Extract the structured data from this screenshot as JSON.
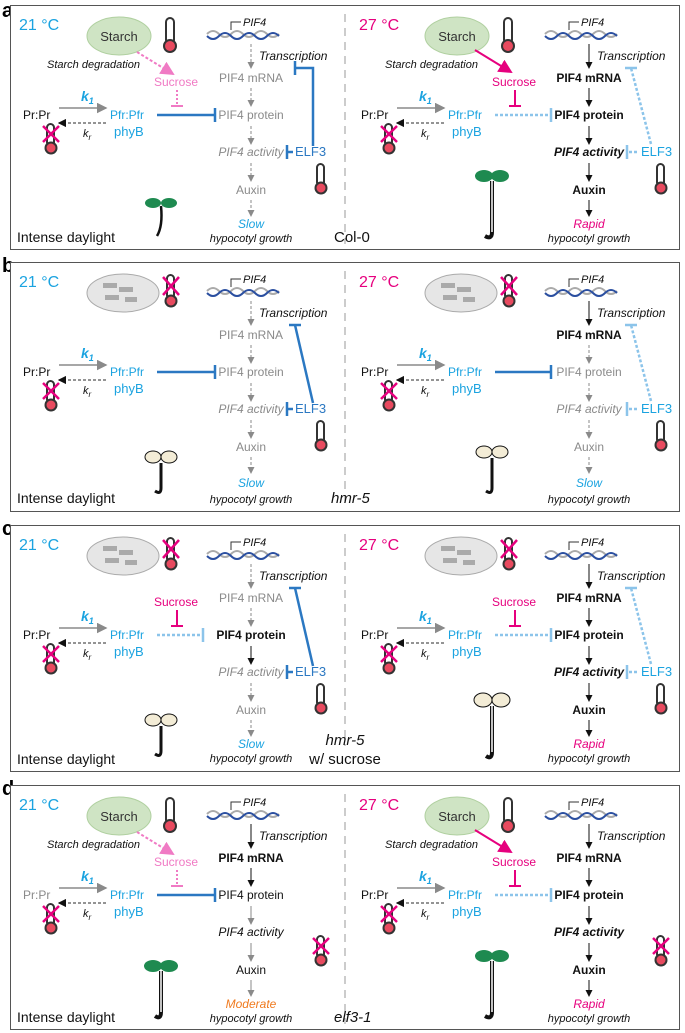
{
  "panels": [
    {
      "letter": "a",
      "left": {
        "temp": "21 °C",
        "starch": "Starch",
        "starch_deg": "Starch degradation",
        "sucrose": "Sucrose",
        "k1": "k",
        "k1_sub": "1",
        "kr": "k",
        "kr_sub": "r",
        "prpr": "Pr:Pr",
        "pfr": "Pfr:Pfr",
        "phyb": "phyB",
        "gene": "PIF4",
        "transcription": "Transcription",
        "mrna": "PIF4 mRNA",
        "protein": "PIF4 protein",
        "activity": "PIF4 activity",
        "auxin": "Auxin",
        "elf3": "ELF3",
        "growth_rate": "Slow",
        "growth": "hypocotyl growth",
        "daylight": "Intense daylight"
      },
      "right": {
        "temp": "27 °C",
        "starch": "Starch",
        "starch_deg": "Starch degradation",
        "sucrose": "Sucrose",
        "k1": "k",
        "k1_sub": "1",
        "kr": "k",
        "kr_sub": "r",
        "prpr": "Pr:Pr",
        "pfr": "Pfr:Pfr",
        "phyb": "phyB",
        "gene": "PIF4",
        "transcription": "Transcription",
        "mrna": "PIF4 mRNA",
        "protein": "PIF4 protein",
        "activity": "PIF4 activity",
        "auxin": "Auxin",
        "elf3": "ELF3",
        "growth_rate": "Rapid",
        "growth": "hypocotyl growth"
      },
      "genotype": "Col-0",
      "genotype2": ""
    },
    {
      "letter": "b",
      "left": {
        "temp": "21 °C",
        "k1": "k",
        "k1_sub": "1",
        "kr": "k",
        "kr_sub": "r",
        "prpr": "Pr:Pr",
        "pfr": "Pfr:Pfr",
        "phyb": "phyB",
        "gene": "PIF4",
        "transcription": "Transcription",
        "mrna": "PIF4 mRNA",
        "protein": "PIF4 protein",
        "activity": "PIF4 activity",
        "auxin": "Auxin",
        "elf3": "ELF3",
        "growth_rate": "Slow",
        "growth": "hypocotyl growth",
        "daylight": "Intense daylight"
      },
      "right": {
        "temp": "27 °C",
        "k1": "k",
        "k1_sub": "1",
        "kr": "k",
        "kr_sub": "r",
        "prpr": "Pr:Pr",
        "pfr": "Pfr:Pfr",
        "phyb": "phyB",
        "gene": "PIF4",
        "transcription": "Transcription",
        "mrna": "PIF4 mRNA",
        "protein": "PIF4 protein",
        "activity": "PIF4 activity",
        "auxin": "Auxin",
        "elf3": "ELF3",
        "growth_rate": "Slow",
        "growth": "hypocotyl growth"
      },
      "genotype": "hmr-5",
      "genotype2": ""
    },
    {
      "letter": "c",
      "left": {
        "temp": "21 °C",
        "sucrose": "Sucrose",
        "k1": "k",
        "k1_sub": "1",
        "kr": "k",
        "kr_sub": "r",
        "prpr": "Pr:Pr",
        "pfr": "Pfr:Pfr",
        "phyb": "phyB",
        "gene": "PIF4",
        "transcription": "Transcription",
        "mrna": "PIF4 mRNA",
        "protein": "PIF4 protein",
        "activity": "PIF4 activity",
        "auxin": "Auxin",
        "elf3": "ELF3",
        "growth_rate": "Slow",
        "growth": "hypocotyl growth",
        "daylight": "Intense daylight"
      },
      "right": {
        "temp": "27 °C",
        "sucrose": "Sucrose",
        "k1": "k",
        "k1_sub": "1",
        "kr": "k",
        "kr_sub": "r",
        "prpr": "Pr:Pr",
        "pfr": "Pfr:Pfr",
        "phyb": "phyB",
        "gene": "PIF4",
        "transcription": "Transcription",
        "mrna": "PIF4 mRNA",
        "protein": "PIF4 protein",
        "activity": "PIF4 activity",
        "auxin": "Auxin",
        "elf3": "ELF3",
        "growth_rate": "Rapid",
        "growth": "hypocotyl growth"
      },
      "genotype": "hmr-5",
      "genotype2": "w/ sucrose"
    },
    {
      "letter": "d",
      "left": {
        "temp": "21 °C",
        "starch": "Starch",
        "starch_deg": "Starch degradation",
        "sucrose": "Sucrose",
        "k1": "k",
        "k1_sub": "1",
        "kr": "k",
        "kr_sub": "r",
        "prpr": "Pr:Pr",
        "pfr": "Pfr:Pfr",
        "phyb": "phyB",
        "gene": "PIF4",
        "transcription": "Transcription",
        "mrna": "PIF4 mRNA",
        "protein": "PIF4 protein",
        "activity": "PIF4 activity",
        "auxin": "Auxin",
        "growth_rate": "Moderate",
        "growth": "hypocotyl growth",
        "daylight": "Intense daylight"
      },
      "right": {
        "temp": "27 °C",
        "starch": "Starch",
        "starch_deg": "Starch degradation",
        "sucrose": "Sucrose",
        "k1": "k",
        "k1_sub": "1",
        "kr": "k",
        "kr_sub": "r",
        "prpr": "Pr:Pr",
        "pfr": "Pfr:Pfr",
        "phyb": "phyB",
        "gene": "PIF4",
        "transcription": "Transcription",
        "mrna": "PIF4 mRNA",
        "protein": "PIF4 protein",
        "activity": "PIF4 activity",
        "auxin": "Auxin",
        "growth_rate": "Rapid",
        "growth": "hypocotyl growth"
      },
      "genotype": "elf3-1",
      "genotype2": ""
    }
  ],
  "colors": {
    "cyan": "#1ba3e0",
    "magenta": "#e6007e",
    "pink": "#f07ac4",
    "blue": "#2b78c2",
    "lightblue": "#8cc4ea",
    "gray": "#8a8a8a",
    "black": "#111111",
    "starch_green": "#cfe4c4",
    "moderate_orange": "#f07a1e"
  }
}
